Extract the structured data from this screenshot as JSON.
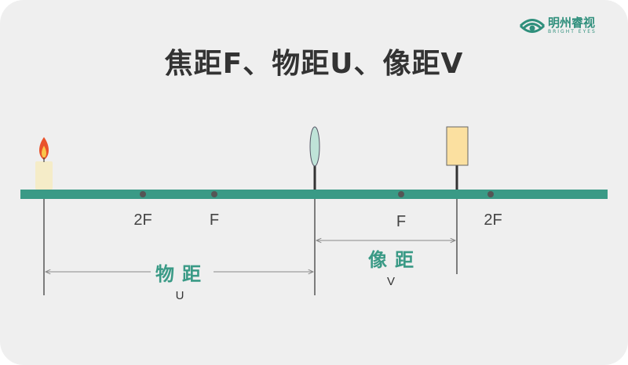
{
  "title": "焦距F、物距U、像距V",
  "logo": {
    "name": "明州睿视",
    "subtitle": "BRIGHT EYES",
    "icon": "bright-eyes-logo-icon"
  },
  "axis_labels": {
    "left_2f": "2F",
    "left_f": "F",
    "right_f": "F",
    "right_2f": "2F"
  },
  "object_distance": {
    "label": "物距",
    "symbol": "U"
  },
  "image_distance": {
    "label": "像距",
    "symbol": "V"
  },
  "colors": {
    "axis": "#3a9a86",
    "text_accent": "#3a9a86",
    "lens": "#bfe3d8",
    "image_box": "#fbe0a0",
    "candle": "#f5ecc8",
    "flame": "#e9522b"
  }
}
